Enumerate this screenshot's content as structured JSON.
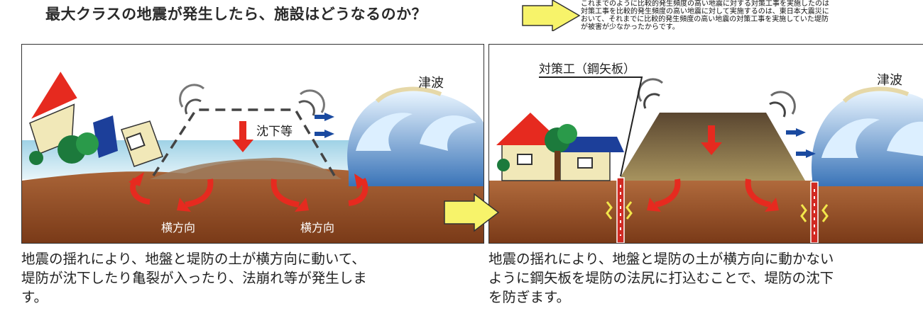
{
  "heading": "最大クラスの地震が発生したら、施設はどうなるのか？",
  "note": "これまでのように比較的発生頻度の高い地震に対する対策工事を実施したのは\n対策工事を比較的発生頻度の高い地震に対して実施するのは、東日本大震災に\nおいて、それまでに比較的発生頻度の高い地震の対策工事を実施していた堤防\nが被害が少なかったからです。",
  "left_panel": {
    "tsunami_label": "津波",
    "subsidence_label": "沈下等",
    "lateral_label_1": "横方向",
    "lateral_label_2": "横方向"
  },
  "right_panel": {
    "tsunami_label": "津波",
    "countermeasure_label": "対策工（鋼矢板）"
  },
  "caption_left": "地震の揺れにより、地盤と堤防の土が横方向に動いて、\n堤防が沈下したり亀裂が入ったり、法崩れ等が発生しま\nす。",
  "caption_right": "地震の揺れにより、地盤と堤防の土が横方向に動かない\nように鋼矢板を堤防の法尻に打込むことで、堤防の沈下\nを防ぎます。",
  "colors": {
    "arrow_yellow": "#f7f36a",
    "arrow_red": "#e62a1f",
    "arrow_blue": "#1a4aa0",
    "ground": "#a0522d",
    "water": "#bfe3ef",
    "embankment": "#6e5a37"
  }
}
